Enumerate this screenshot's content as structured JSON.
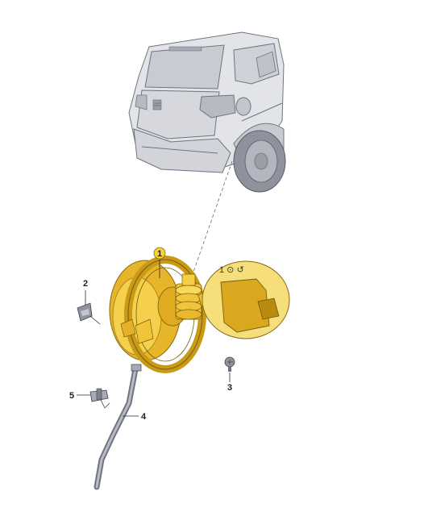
{
  "callouts": [
    {
      "id": "1",
      "label": "1"
    },
    {
      "id": "2",
      "label": "2"
    },
    {
      "id": "3",
      "label": "3"
    },
    {
      "id": "4",
      "label": "4"
    },
    {
      "id": "5",
      "label": "5"
    }
  ],
  "car": {
    "rear_view": true
  },
  "flap": {
    "symbol_text": "1 ⊙ ↺"
  },
  "colors": {
    "part_yellow": "#f2c232",
    "part_yellow_dark": "#b88a10",
    "car_body": "#dcdde2",
    "car_outline": "#6e7480",
    "callout_highlight": "#f4d23a"
  }
}
